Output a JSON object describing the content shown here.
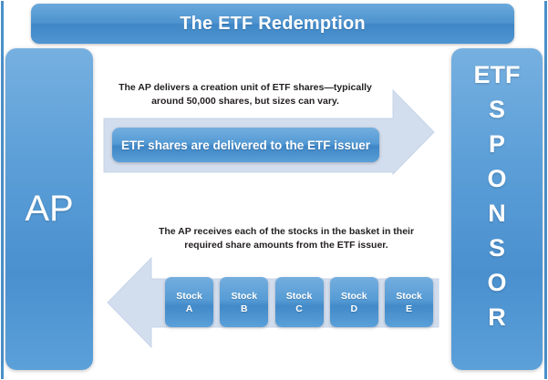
{
  "title": {
    "text": "The ETF Redemption"
  },
  "left_party": {
    "label": "AP"
  },
  "right_party": {
    "first_line": "ETF",
    "stacked_letters": [
      "S",
      "P",
      "O",
      "N",
      "S",
      "O",
      "R"
    ]
  },
  "upper_flow": {
    "caption": "The AP delivers a creation unit of ETF shares—typically around 50,000  shares, but sizes can vary.",
    "callout": "ETF shares are delivered to the ETF issuer",
    "direction": "right"
  },
  "lower_flow": {
    "caption": "The AP receives each of the stocks in the basket in their required share amounts from the ETF issuer.",
    "direction": "left"
  },
  "stocks": [
    {
      "name": "Stock",
      "letter": "A"
    },
    {
      "name": "Stock",
      "letter": "B"
    },
    {
      "name": "Stock",
      "letter": "C"
    },
    {
      "name": "Stock",
      "letter": "D"
    },
    {
      "name": "Stock",
      "letter": "E"
    }
  ],
  "colors": {
    "brand_blue": "#4a90ca",
    "pillar_blue": "#5c9fd8",
    "callout_blue": "#4189c8",
    "arrow_fill": "#d2dded",
    "arrow_stroke": "#c4d3e8",
    "text_dark": "#231f20",
    "background": "#ffffff"
  }
}
